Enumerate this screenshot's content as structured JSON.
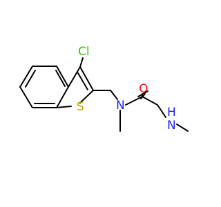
{
  "molecule": {
    "atoms": {
      "chlorine": {
        "label": "Cl",
        "color": "#33cc00"
      },
      "sulfur": {
        "label": "S",
        "color": "#b3a300"
      },
      "amide_nitrogen": {
        "label": "N",
        "color": "#2020ff"
      },
      "oxygen": {
        "label": "O",
        "color": "#ff0d0d"
      },
      "amine_nitrogen": {
        "label": "N",
        "color": "#2020ff"
      },
      "amine_hydrogen": {
        "label": "H",
        "color": "#2020ff"
      }
    },
    "bond_color": "#000000"
  }
}
